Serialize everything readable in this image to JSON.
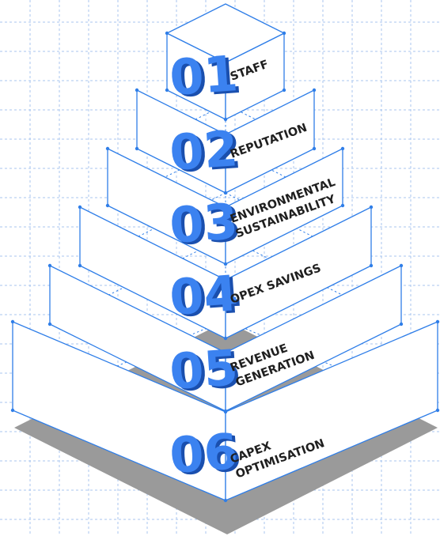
{
  "levels": [
    {
      "number": "01",
      "label_lines": [
        "STAFF"
      ]
    },
    {
      "number": "02",
      "label_lines": [
        "REPUTATION"
      ]
    },
    {
      "number": "03",
      "label_lines": [
        "ENVIRONMENTAL",
        "SUSTAINABILITY"
      ]
    },
    {
      "number": "04",
      "label_lines": [
        "OPEX SAVINGS"
      ]
    },
    {
      "number": "05",
      "label_lines": [
        "REVENUE",
        "GENERATION"
      ]
    },
    {
      "number": "06",
      "label_lines": [
        "CAPEX",
        "OPTIMISATION"
      ]
    }
  ],
  "colors": {
    "accent": "#2f7ee8",
    "number": "#3b82f0",
    "number_shadow": "#1a4fae",
    "label": "#1f1f1f",
    "grid": "#a9c6ef",
    "shadow": "#9a9a9a"
  }
}
